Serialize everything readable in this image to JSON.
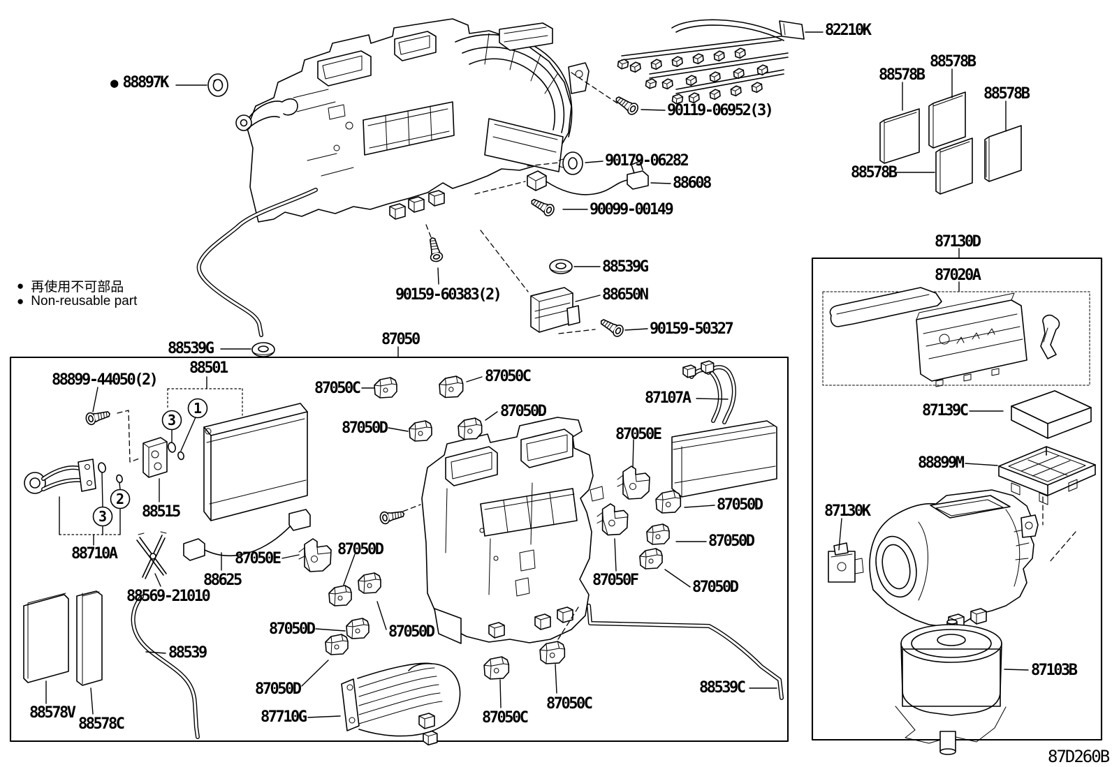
{
  "page": {
    "background": "#ffffff",
    "line_color": "#000000"
  },
  "legend": {
    "bullet": "●",
    "non_reusable_jp": "再使用不可部品",
    "non_reusable_en": "Non-reusable part"
  },
  "diagram_code": "87D260B",
  "callouts": {
    "c1": "1",
    "c2": "2",
    "c3": "3"
  },
  "parts": {
    "p88897K": "88897K",
    "p82210K": "82210K",
    "p90119_06952": "90119-06952(3)",
    "p88578B": "88578B",
    "p90179_06282": "90179-06282",
    "p88608": "88608",
    "p90099_00149": "90099-00149",
    "p88539G": "88539G",
    "p88650N": "88650N",
    "p90159_50327": "90159-50327",
    "p90159_60383": "90159-60383(2)",
    "p87050": "87050",
    "p88899_44050": "88899-44050(2)",
    "p88501": "88501",
    "p87050C": "87050C",
    "p87050D": "87050D",
    "p87050E": "87050E",
    "p87050F": "87050F",
    "p88515": "88515",
    "p88710A": "88710A",
    "p88625": "88625",
    "p88569_21010": "88569-21010",
    "p87710G": "87710G",
    "p88539": "88539",
    "p88539C": "88539C",
    "p88578V": "88578V",
    "p88578C": "88578C",
    "p87107A": "87107A",
    "p87130D": "87130D",
    "p87020A": "87020A",
    "p87139C": "87139C",
    "p88899M": "88899M",
    "p87130K": "87130K",
    "p87103B": "87103B"
  }
}
